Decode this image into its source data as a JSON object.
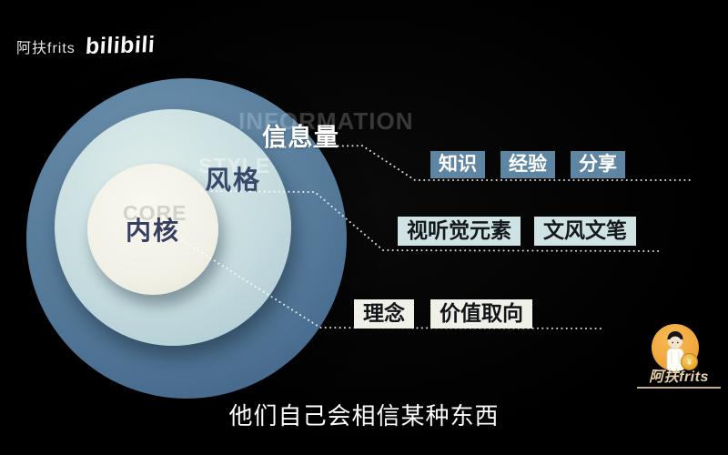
{
  "watermark": {
    "channel": "阿扶frits",
    "platform_logo": "bilibili"
  },
  "diagram": {
    "rings": [
      {
        "label": "信息量",
        "ghost": "INFORMATION"
      },
      {
        "label": "风格",
        "ghost": "STYLE"
      },
      {
        "label": "内核",
        "ghost": "CORE"
      }
    ],
    "tag_rows": [
      {
        "tags": [
          "知识",
          "经验",
          "分享"
        ]
      },
      {
        "tags": [
          "视听觉元素",
          "文风文笔"
        ]
      },
      {
        "tags": [
          "理念",
          "价值取向"
        ]
      }
    ]
  },
  "subtitle": {
    "text": "他们自己会相信某种东西"
  },
  "badge": {
    "label": "阿扶frits",
    "coin_glyph": "¥"
  },
  "colors": {
    "background": "#000000",
    "ring_outer": "#587d9c",
    "ring_middle": "#c6dcdf",
    "ring_inner": "#f1f0e6",
    "tag_row1_bg": "#5e85a2",
    "tag_row2_bg": "#cfe3e4",
    "tag_row3_bg": "#f1f0e8",
    "label_navy": "#36496b",
    "badge_orange": "#f0a73c",
    "connector": "#ffffff"
  }
}
